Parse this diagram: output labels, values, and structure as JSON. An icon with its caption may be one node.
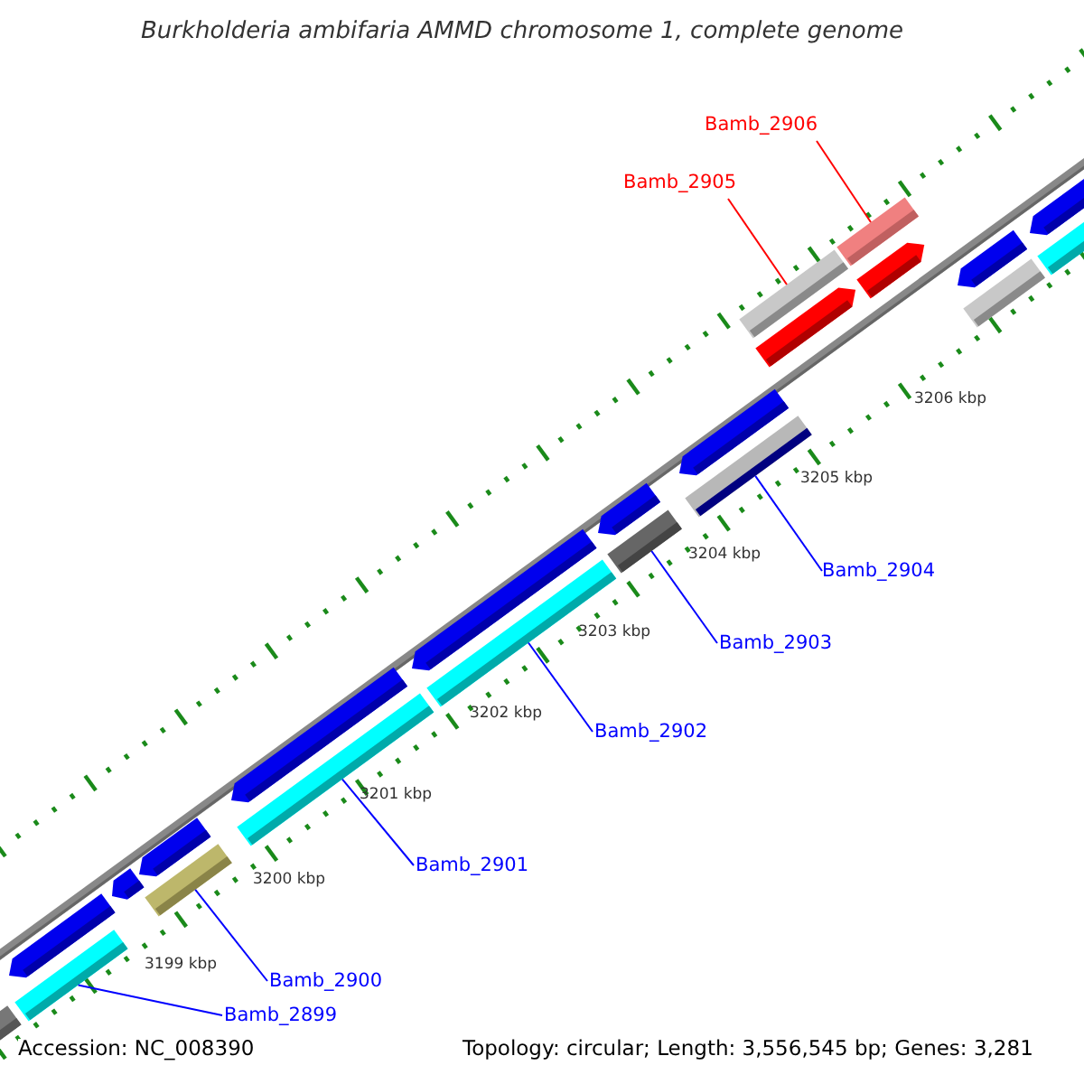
{
  "diagram": {
    "title": "Burkholderia ambifaria AMMD chromosome 1, complete genome",
    "nodes": [
      {
        "text": [
          "Bamb_2906"
        ]
      },
      {
        "text": [
          "Bamb_2905"
        ]
      },
      {
        "text": [
          "Bamb_2904"
        ]
      },
      {
        "text": [
          "Bamb_2903"
        ]
      },
      {
        "text": [
          "Bamb_2902"
        ]
      },
      {
        "text": [
          "Bamb_2901"
        ]
      },
      {
        "text": [
          "Bamb_2900"
        ]
      },
      {
        "text": [
          "Bamb_2899"
        ]
      },
      {
        "text": [],
        "shape": "bar"
      },
      {
        "text": [],
        "shape": "bar"
      },
      {
        "text": [],
        "shape": "bar"
      },
      {
        "text": [],
        "shape": "bar"
      },
      {
        "text": [],
        "shape": "bar"
      },
      {
        "text": [],
        "shape": "bar"
      },
      {
        "text": [],
        "shape": "bar"
      },
      {
        "text": [],
        "shape": "bar"
      }
    ],
    "edges": [
      {
        "from": 0,
        "to": 8,
        "arrow": "none",
        "color": "#ff0000"
      },
      {
        "from": 1,
        "to": 9,
        "arrow": "none",
        "color": "#ff0000"
      },
      {
        "from": 2,
        "to": 10,
        "arrow": "none"
      },
      {
        "from": 3,
        "to": 11,
        "arrow": "none"
      },
      {
        "from": 4,
        "to": 12,
        "arrow": "none"
      },
      {
        "from": 5,
        "to": 13,
        "arrow": "none"
      },
      {
        "from": 6,
        "to": 14,
        "arrow": "none"
      },
      {
        "from": 7,
        "to": 15,
        "arrow": "none"
      }
    ],
    "labels": [
      "3206 kbp",
      "3205 kbp",
      "3204 kbp",
      "3203 kbp",
      "3202 kbp",
      "3201 kbp",
      "3200 kbp",
      "3199 kbp",
      "Accession: NC_008390",
      "Topology: circular; Length: 3,556,545 bp; Genes: 3,281"
    ]
  }
}
